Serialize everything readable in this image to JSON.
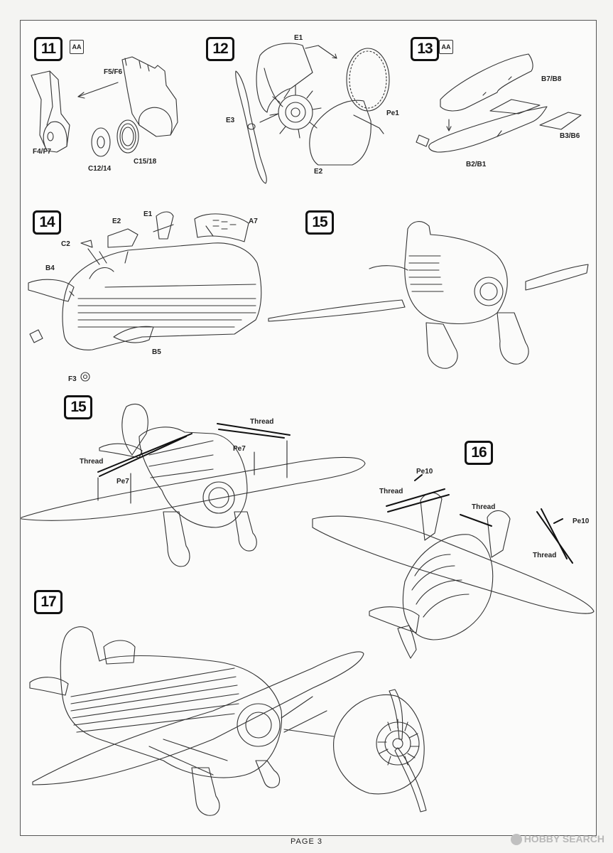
{
  "page": {
    "footer": "PAGE 3",
    "watermark": "HOBBY SEARCH"
  },
  "steps": [
    {
      "number": "11",
      "aa_badge": "AA",
      "labels": [
        "F5/F6",
        "F4/F7",
        "C12/14",
        "C15/18"
      ]
    },
    {
      "number": "12",
      "labels": [
        "E1",
        "E3",
        "Pe1",
        "E2"
      ]
    },
    {
      "number": "13",
      "aa_badge": "AA",
      "labels": [
        "B7/B8",
        "B3/B6",
        "B2/B1"
      ]
    },
    {
      "number": "14",
      "labels": [
        "E1",
        "E2",
        "A7",
        "C2",
        "B4",
        "B5",
        "F3"
      ]
    },
    {
      "number": "15",
      "labels": []
    },
    {
      "number": "15",
      "labels": [
        "Thread",
        "Pe7",
        "Thread",
        "Pe7"
      ]
    },
    {
      "number": "16",
      "labels": [
        "Pe10",
        "Thread",
        "Thread",
        "Pe10",
        "Thread"
      ]
    },
    {
      "number": "17",
      "labels": []
    }
  ]
}
